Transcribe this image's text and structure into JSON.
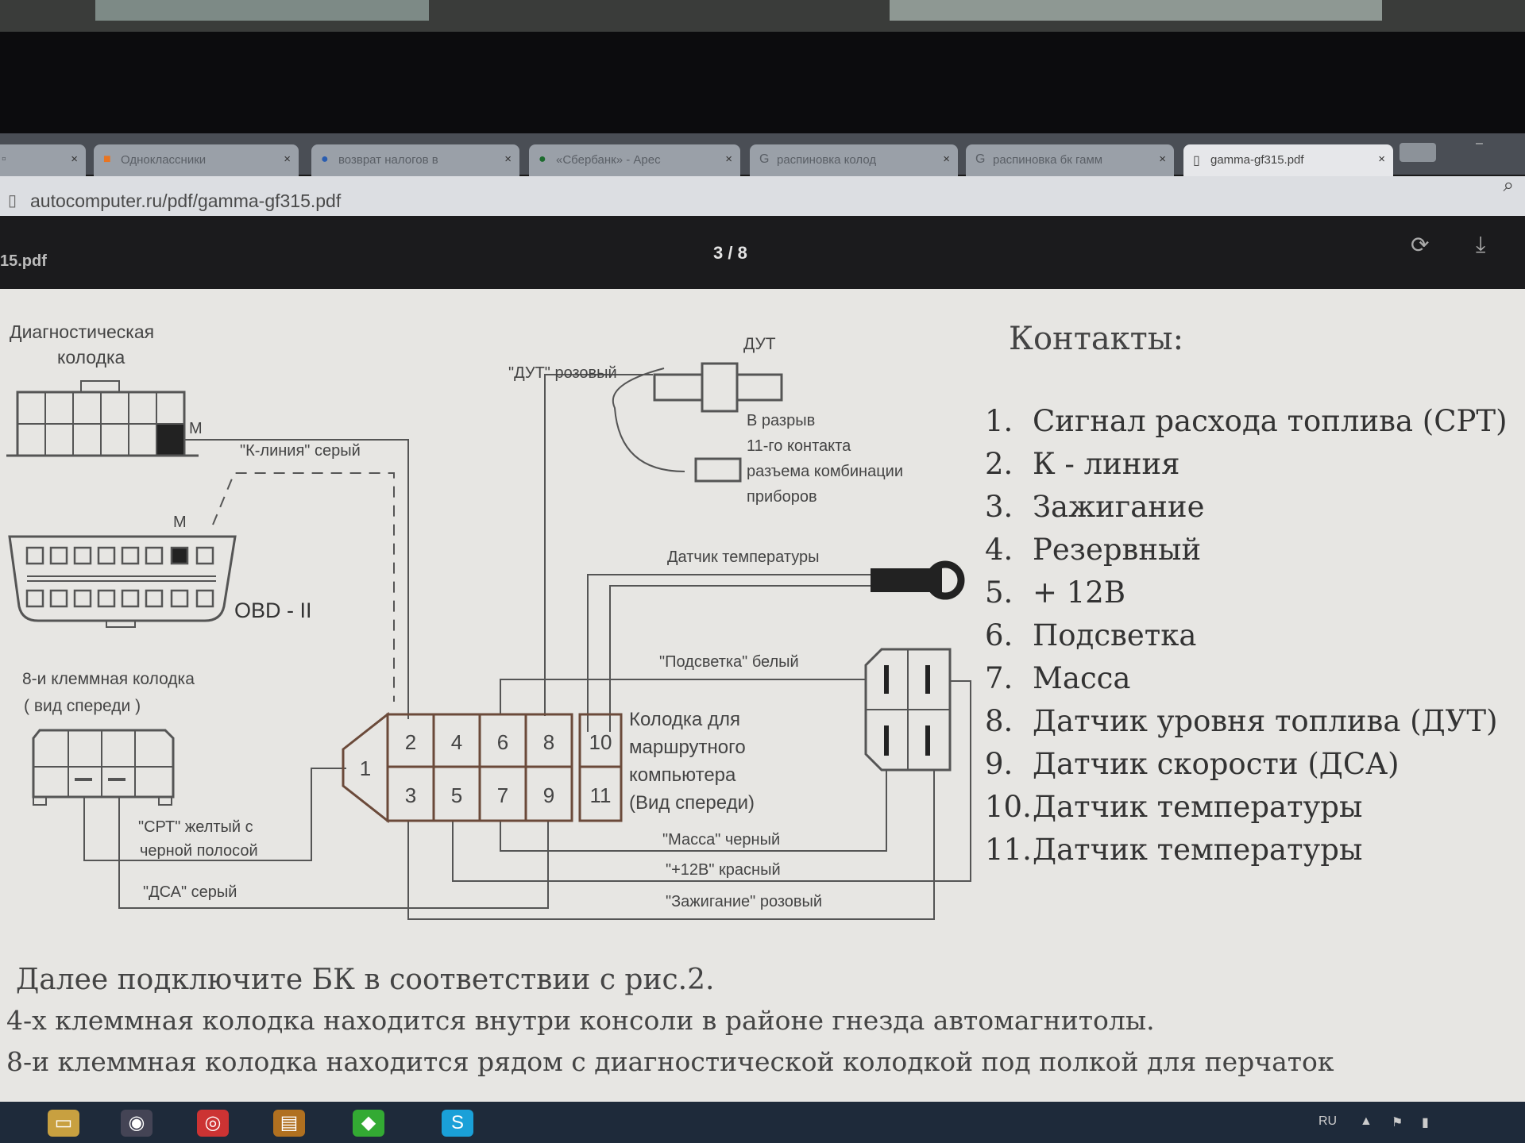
{
  "browser": {
    "tabs": [
      {
        "label": "",
        "icon": "page-icon",
        "active": false
      },
      {
        "label": "Одноклассники",
        "icon": "ok-icon",
        "active": false
      },
      {
        "label": "возврат налогов в",
        "icon": "search-icon",
        "active": false
      },
      {
        "label": "«Сбербанк» - Арес",
        "icon": "globe-icon",
        "active": false
      },
      {
        "label": "распиновка колод",
        "icon": "google-icon",
        "active": false
      },
      {
        "label": "распиновка бк гамм",
        "icon": "google-icon",
        "active": false
      },
      {
        "label": "gamma-gf315.pdf",
        "icon": "document-icon",
        "active": true
      }
    ],
    "tab_close": "×",
    "address": "autocomputer.ru/pdf/gamma-gf315.pdf"
  },
  "pdf_viewer": {
    "filename": "15.pdf",
    "page_indicator": "3 / 8"
  },
  "diagram": {
    "diag_block_label_1": "Диагностическая",
    "diag_block_label_2": "колодка",
    "m_label": "M",
    "k_line": "\"К-линия\" серый",
    "obd_label": "OBD - II",
    "block8_label_1": "8-и клеммная колодка",
    "block8_label_2": "( вид спереди )",
    "srt_1": "\"СРТ\" желтый с",
    "srt_2": "черной полосой",
    "dsa": "\"ДСА\"   серый",
    "dut_label": "ДУТ",
    "dut_wire": "\"ДУТ\" розовый",
    "break_1": "В разрыв",
    "break_2": "11-го контакта",
    "break_3": "разъема комбинации",
    "break_4": "приборов",
    "temp_sensor": "Датчик температуры",
    "backlight": "\"Подсветка\" белый",
    "connector_pins_top": [
      "2",
      "4",
      "6",
      "8"
    ],
    "connector_pins_bottom": [
      "3",
      "5",
      "7",
      "9"
    ],
    "pin_1": "1",
    "pin_10": "10",
    "pin_11": "11",
    "connector_label_1": "Колодка для",
    "connector_label_2": "маршрутного",
    "connector_label_3": "компьютера",
    "connector_label_4": "(Вид спереди)",
    "mass_wire": "\"Масса\" черный",
    "plus12_wire": "\"+12В\" красный",
    "ignition_wire": "\"Зажигание\" розовый"
  },
  "contacts": {
    "heading": "Контакты:",
    "items": [
      {
        "num": "1.",
        "text": "Сигнал расхода топлива (СРТ)"
      },
      {
        "num": "2.",
        "text": "К - линия"
      },
      {
        "num": "3.",
        "text": "Зажигание"
      },
      {
        "num": "4.",
        "text": "Резервный"
      },
      {
        "num": "5.",
        "text": "+ 12В"
      },
      {
        "num": "6.",
        "text": "Подсветка"
      },
      {
        "num": "7.",
        "text": "Масса"
      },
      {
        "num": "8.",
        "text": "Датчик уровня топлива (ДУТ)"
      },
      {
        "num": "9.",
        "text": "Датчик скорости (ДСА)"
      },
      {
        "num": "10.",
        "text": "Датчик температуры"
      },
      {
        "num": "11.",
        "text": "Датчик температуры"
      }
    ]
  },
  "footer_text": {
    "line1": "Далее подключите БК в соответствии с рис.2.",
    "line2": "4-х клеммная колодка находится внутри консоли в районе гнезда автомагнитолы.",
    "line3": "8-и клеммная колодка находится рядом с диагностической колодкой под полкой для перчаток"
  },
  "taskbar": {
    "language": "RU"
  }
}
